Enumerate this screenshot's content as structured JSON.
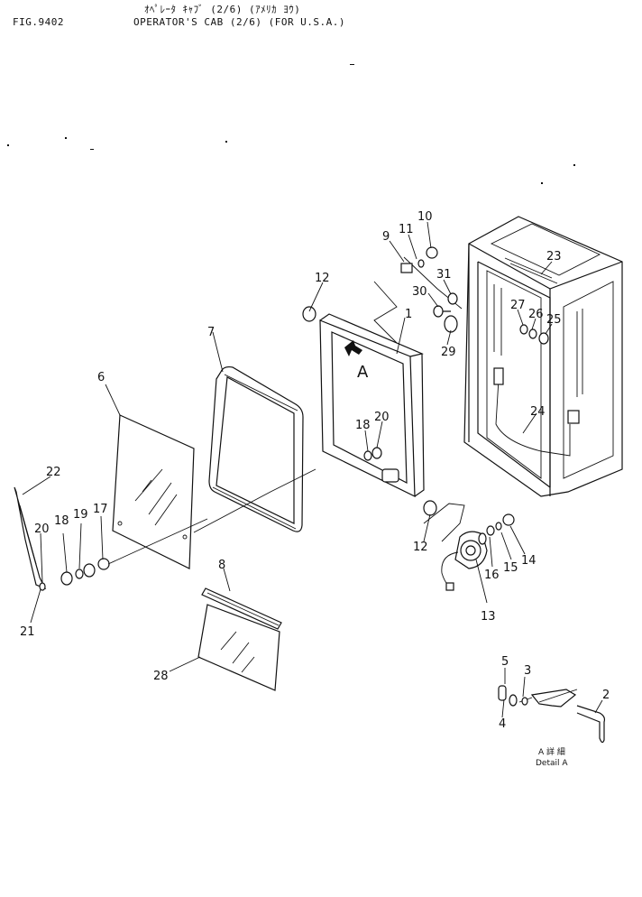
{
  "header": {
    "fig_no": "FIG.9402",
    "title_jp": "ｵﾍﾟﾚｰﾀ ｷｬﾌﾞ (2/6) (ｱﾒﾘｶ ﾖｳ)",
    "title_en": "OPERATOR'S CAB (2/6) (FOR U.S.A.)"
  },
  "callouts": [
    "1",
    "2",
    "3",
    "4",
    "5",
    "6",
    "7",
    "8",
    "9",
    "10",
    "11",
    "12",
    "12",
    "13",
    "14",
    "15",
    "16",
    "17",
    "18",
    "18",
    "19",
    "20",
    "20",
    "21",
    "22",
    "23",
    "24",
    "25",
    "26",
    "27",
    "28",
    "29",
    "30",
    "31"
  ],
  "view_marker": "A",
  "detail": {
    "jp": "A 詳 細",
    "en": "Detail A"
  }
}
